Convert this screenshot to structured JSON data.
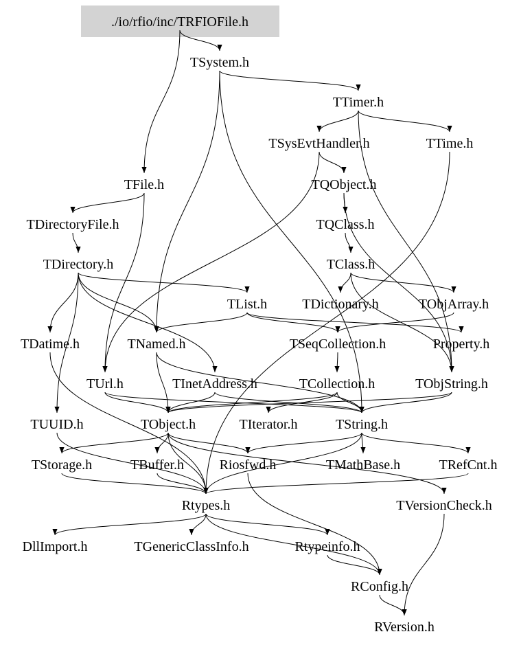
{
  "title": "./io/rfio/inc/TRFIOFile.h",
  "colors": {
    "root_fill": "#d3d3d3",
    "edge": "#000000",
    "background": "#ffffff"
  },
  "nodes": [
    {
      "id": "root",
      "label": "./io/rfio/inc/TRFIOFile.h"
    },
    {
      "id": "TSystem",
      "label": "TSystem.h"
    },
    {
      "id": "TTimer",
      "label": "TTimer.h"
    },
    {
      "id": "TSysEvtHandler",
      "label": "TSysEvtHandler.h"
    },
    {
      "id": "TTime",
      "label": "TTime.h"
    },
    {
      "id": "TFile",
      "label": "TFile.h"
    },
    {
      "id": "TQObject",
      "label": "TQObject.h"
    },
    {
      "id": "TDirectoryFile",
      "label": "TDirectoryFile.h"
    },
    {
      "id": "TQClass",
      "label": "TQClass.h"
    },
    {
      "id": "TDirectory",
      "label": "TDirectory.h"
    },
    {
      "id": "TClass",
      "label": "TClass.h"
    },
    {
      "id": "TList",
      "label": "TList.h"
    },
    {
      "id": "TDictionary",
      "label": "TDictionary.h"
    },
    {
      "id": "TObjArray",
      "label": "TObjArray.h"
    },
    {
      "id": "TDatime",
      "label": "TDatime.h"
    },
    {
      "id": "TNamed",
      "label": "TNamed.h"
    },
    {
      "id": "TSeqCollection",
      "label": "TSeqCollection.h"
    },
    {
      "id": "Property",
      "label": "Property.h"
    },
    {
      "id": "TUrl",
      "label": "TUrl.h"
    },
    {
      "id": "TInetAddress",
      "label": "TInetAddress.h"
    },
    {
      "id": "TCollection",
      "label": "TCollection.h"
    },
    {
      "id": "TObjString",
      "label": "TObjString.h"
    },
    {
      "id": "TUUID",
      "label": "TUUID.h"
    },
    {
      "id": "TObject",
      "label": "TObject.h"
    },
    {
      "id": "TIterator",
      "label": "TIterator.h"
    },
    {
      "id": "TString",
      "label": "TString.h"
    },
    {
      "id": "TStorage",
      "label": "TStorage.h"
    },
    {
      "id": "TBuffer",
      "label": "TBuffer.h"
    },
    {
      "id": "Riosfwd",
      "label": "Riosfwd.h"
    },
    {
      "id": "TMathBase",
      "label": "TMathBase.h"
    },
    {
      "id": "TRefCnt",
      "label": "TRefCnt.h"
    },
    {
      "id": "Rtypes",
      "label": "Rtypes.h"
    },
    {
      "id": "TVersionCheck",
      "label": "TVersionCheck.h"
    },
    {
      "id": "DllImport",
      "label": "DllImport.h"
    },
    {
      "id": "TGenericClassInfo",
      "label": "TGenericClassInfo.h"
    },
    {
      "id": "Rtypeinfo",
      "label": "Rtypeinfo.h"
    },
    {
      "id": "RConfig",
      "label": "RConfig.h"
    },
    {
      "id": "RVersion",
      "label": "RVersion.h"
    }
  ],
  "edges": [
    [
      "root",
      "TSystem"
    ],
    [
      "root",
      "TFile"
    ],
    [
      "TSystem",
      "TTimer"
    ],
    [
      "TSystem",
      "TNamed"
    ],
    [
      "TSystem",
      "TString"
    ],
    [
      "TTimer",
      "TSysEvtHandler"
    ],
    [
      "TTimer",
      "TTime"
    ],
    [
      "TTimer",
      "TObjString"
    ],
    [
      "TSysEvtHandler",
      "TQObject"
    ],
    [
      "TSysEvtHandler",
      "TUrl"
    ],
    [
      "TTime",
      "Rtypes"
    ],
    [
      "TFile",
      "TDirectoryFile"
    ],
    [
      "TFile",
      "TUrl"
    ],
    [
      "TDirectoryFile",
      "TDirectory"
    ],
    [
      "TDirectory",
      "TList"
    ],
    [
      "TDirectory",
      "TDatime"
    ],
    [
      "TDirectory",
      "TNamed"
    ],
    [
      "TDirectory",
      "TUUID"
    ],
    [
      "TDirectory",
      "TInetAddress"
    ],
    [
      "TQObject",
      "TQClass"
    ],
    [
      "TQObject",
      "TObjString"
    ],
    [
      "TQClass",
      "TClass"
    ],
    [
      "TClass",
      "TDictionary"
    ],
    [
      "TClass",
      "TObjArray"
    ],
    [
      "TClass",
      "TObjString"
    ],
    [
      "TList",
      "TSeqCollection"
    ],
    [
      "TList",
      "Property"
    ],
    [
      "TList",
      "TNamed"
    ],
    [
      "TObjArray",
      "TSeqCollection"
    ],
    [
      "TSeqCollection",
      "TCollection"
    ],
    [
      "TNamed",
      "TString"
    ],
    [
      "TNamed",
      "TObject"
    ],
    [
      "TUrl",
      "TObject"
    ],
    [
      "TUrl",
      "TString"
    ],
    [
      "TInetAddress",
      "TObject"
    ],
    [
      "TInetAddress",
      "TString"
    ],
    [
      "TCollection",
      "TObject"
    ],
    [
      "TCollection",
      "TIterator"
    ],
    [
      "TCollection",
      "TString"
    ],
    [
      "TObjString",
      "TString"
    ],
    [
      "TObjString",
      "TObject"
    ],
    [
      "TObject",
      "TStorage"
    ],
    [
      "TObject",
      "TBuffer"
    ],
    [
      "TObject",
      "Riosfwd"
    ],
    [
      "TObject",
      "Rtypes"
    ],
    [
      "TObject",
      "TVersionCheck"
    ],
    [
      "TString",
      "TMathBase"
    ],
    [
      "TString",
      "TRefCnt"
    ],
    [
      "TString",
      "Rtypes"
    ],
    [
      "TString",
      "Riosfwd"
    ],
    [
      "TStorage",
      "Rtypes"
    ],
    [
      "TDatime",
      "Rtypes"
    ],
    [
      "TUUID",
      "Rtypes"
    ],
    [
      "TRefCnt",
      "Rtypes"
    ],
    [
      "TBuffer",
      "Rtypes"
    ],
    [
      "Rtypes",
      "DllImport"
    ],
    [
      "Rtypes",
      "TGenericClassInfo"
    ],
    [
      "Rtypes",
      "Rtypeinfo"
    ],
    [
      "Rtypes",
      "RConfig"
    ],
    [
      "Rtypeinfo",
      "RConfig"
    ],
    [
      "Riosfwd",
      "RConfig"
    ],
    [
      "RConfig",
      "RVersion"
    ],
    [
      "TVersionCheck",
      "RVersion"
    ]
  ]
}
